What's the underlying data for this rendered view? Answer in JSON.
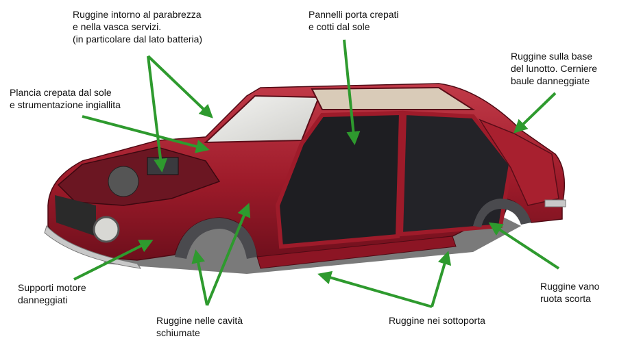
{
  "labels": {
    "parabrezza": "Ruggine intorno al parabrezza\ne nella vasca servizi.\n(in particolare dal lato batteria)",
    "pannelli": "Pannelli porta crepati\ne cotti dal sole",
    "lunotto": "Ruggine sulla base\ndel lunotto. Cerniere\nbaule danneggiate",
    "plancia": "Plancia crepata dal sole\ne strumentazione ingiallita",
    "supporti": "Supporti motore\ndanneggiati",
    "cavita": "Ruggine nelle cavità\nschiumate",
    "sottoporta": "Ruggine nei sottoporta",
    "ruota": "Ruggine vano\nruota scorta"
  },
  "colors": {
    "arrow": "#2e9a2e",
    "body_red": "#9e1b2a",
    "body_dark": "#6e0f1c",
    "body_light": "#c13a48",
    "interior": "#1e1e22",
    "glass": "#e9e9e6"
  }
}
